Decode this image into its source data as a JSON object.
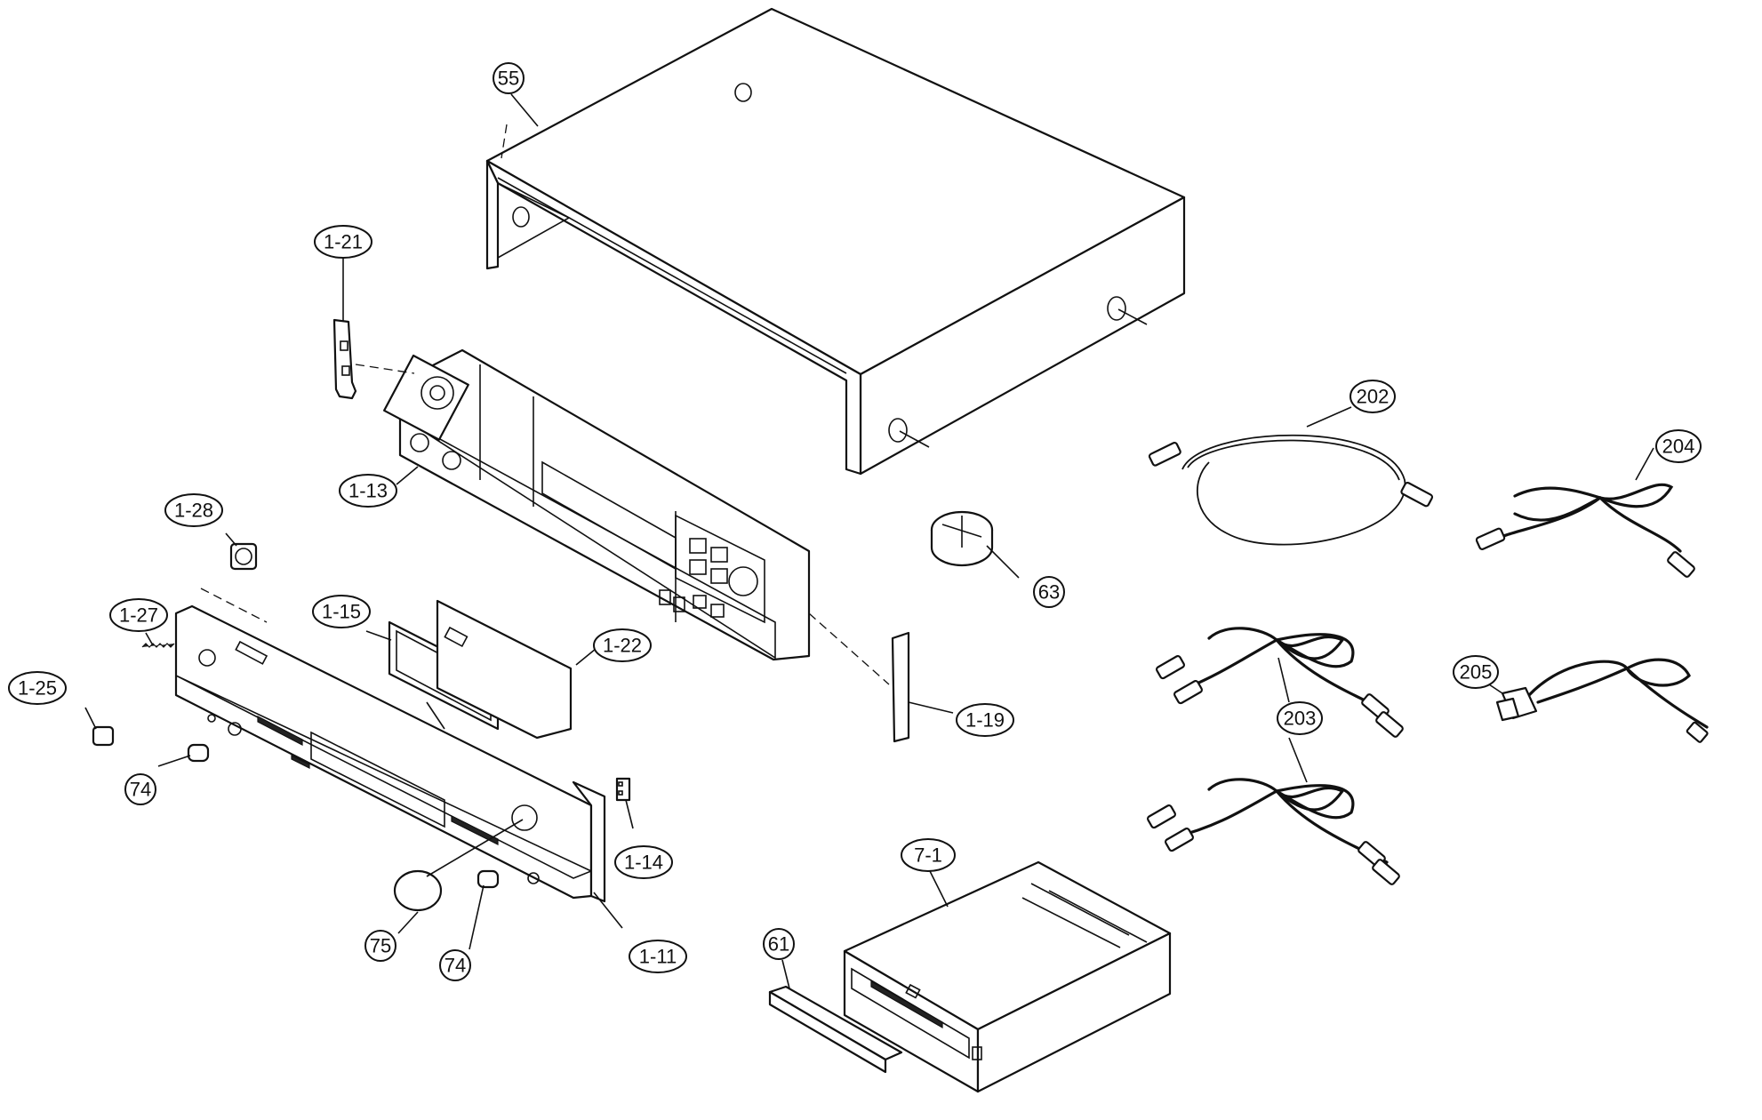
{
  "callouts": {
    "c55": "55",
    "c1_21": "1-21",
    "c1_13": "1-13",
    "c1_28": "1-28",
    "c1_27": "1-27",
    "c1_15": "1-15",
    "c1_22": "1-22",
    "c1_25": "1-25",
    "c74a": "74",
    "c75": "75",
    "c74b": "74",
    "c1_14": "1-14",
    "c1_11": "1-11",
    "c1_19": "1-19",
    "c63": "63",
    "c202": "202",
    "c204": "204",
    "c203": "203",
    "c205": "205",
    "c7_1": "7-1",
    "c61": "61"
  }
}
